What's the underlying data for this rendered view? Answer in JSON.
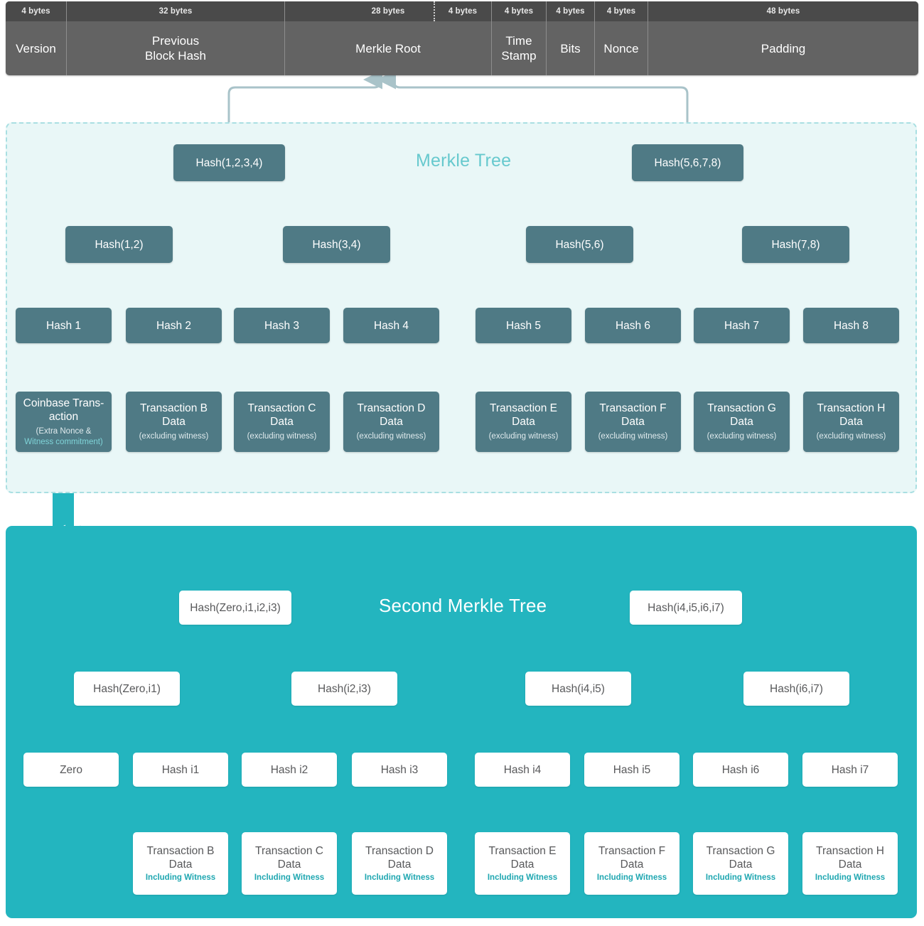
{
  "colors": {
    "header_bg": "#636363",
    "header_byte_bg": "#4a4a4a",
    "panel1_bg": "#e9f7f7",
    "panel1_border": "#a9dfe2",
    "panel1_title": "#67c9ce",
    "panel2_bg": "#23b5bf",
    "node_dark": "#4f7a85",
    "node_white": "#ffffff",
    "wire_light": "#a9c3c9",
    "wire_white": "#eaf7f8",
    "accent_teal": "#1fa7b1"
  },
  "block_header": {
    "fields": [
      {
        "bytes": "4 bytes",
        "name": "Version"
      },
      {
        "bytes": "32 bytes",
        "name": "Previous\nBlock Hash"
      },
      {
        "bytes": "28 bytes",
        "name": "Merkle Root"
      },
      {
        "bytes": "4 bytes",
        "name": ""
      },
      {
        "bytes": "4 bytes",
        "name": "Time\nStamp"
      },
      {
        "bytes": "4 bytes",
        "name": "Bits"
      },
      {
        "bytes": "4 bytes",
        "name": "Nonce"
      },
      {
        "bytes": "48 bytes",
        "name": "Padding"
      }
    ]
  },
  "merkle_tree": {
    "title": "Merkle Tree",
    "level_root": [
      {
        "label": "Hash(1,2,3,4)"
      },
      {
        "label": "Hash(5,6,7,8)"
      }
    ],
    "level_pairs": [
      {
        "label": "Hash(1,2)"
      },
      {
        "label": "Hash(3,4)"
      },
      {
        "label": "Hash(5,6)"
      },
      {
        "label": "Hash(7,8)"
      }
    ],
    "level_leaf_hashes": [
      {
        "label": "Hash 1"
      },
      {
        "label": "Hash 2"
      },
      {
        "label": "Hash 3"
      },
      {
        "label": "Hash 4"
      },
      {
        "label": "Hash 5"
      },
      {
        "label": "Hash 6"
      },
      {
        "label": "Hash 7"
      },
      {
        "label": "Hash 8"
      }
    ],
    "transactions": [
      {
        "line1": "Coinbase Trans-",
        "line2": "action",
        "note": "(Extra Nonce &",
        "note2": "Witness commitment)"
      },
      {
        "line1": "Transaction B",
        "line2": "Data",
        "note": "(excluding witness)"
      },
      {
        "line1": "Transaction C",
        "line2": "Data",
        "note": "(excluding witness)"
      },
      {
        "line1": "Transaction D",
        "line2": "Data",
        "note": "(excluding witness)"
      },
      {
        "line1": "Transaction E",
        "line2": "Data",
        "note": "(excluding witness)"
      },
      {
        "line1": "Transaction F",
        "line2": "Data",
        "note": "(excluding witness)"
      },
      {
        "line1": "Transaction G",
        "line2": "Data",
        "note": "(excluding witness)"
      },
      {
        "line1": "Transaction H",
        "line2": "Data",
        "note": "(excluding witness)"
      }
    ]
  },
  "second_merkle_tree": {
    "title": "Second Merkle Tree",
    "level_root": [
      {
        "label": "Hash(Zero,i1,i2,i3)"
      },
      {
        "label": "Hash(i4,i5,i6,i7)"
      }
    ],
    "level_pairs": [
      {
        "label": "Hash(Zero,i1)"
      },
      {
        "label": "Hash(i2,i3)"
      },
      {
        "label": "Hash(i4,i5)"
      },
      {
        "label": "Hash(i6,i7)"
      }
    ],
    "level_leaf_hashes": [
      {
        "label": "Zero"
      },
      {
        "label": "Hash i1"
      },
      {
        "label": "Hash i2"
      },
      {
        "label": "Hash i3"
      },
      {
        "label": "Hash i4"
      },
      {
        "label": "Hash i5"
      },
      {
        "label": "Hash i6"
      },
      {
        "label": "Hash i7"
      }
    ],
    "transactions": [
      {
        "line1": "Transaction B",
        "line2": "Data",
        "note": "Including Witness"
      },
      {
        "line1": "Transaction C",
        "line2": "Data",
        "note": "Including Witness"
      },
      {
        "line1": "Transaction D",
        "line2": "Data",
        "note": "Including Witness"
      },
      {
        "line1": "Transaction E",
        "line2": "Data",
        "note": "Including Witness"
      },
      {
        "line1": "Transaction F",
        "line2": "Data",
        "note": "Including Witness"
      },
      {
        "line1": "Transaction G",
        "line2": "Data",
        "note": "Including Witness"
      },
      {
        "line1": "Transaction H",
        "line2": "Data",
        "note": "Including Witness"
      }
    ]
  }
}
